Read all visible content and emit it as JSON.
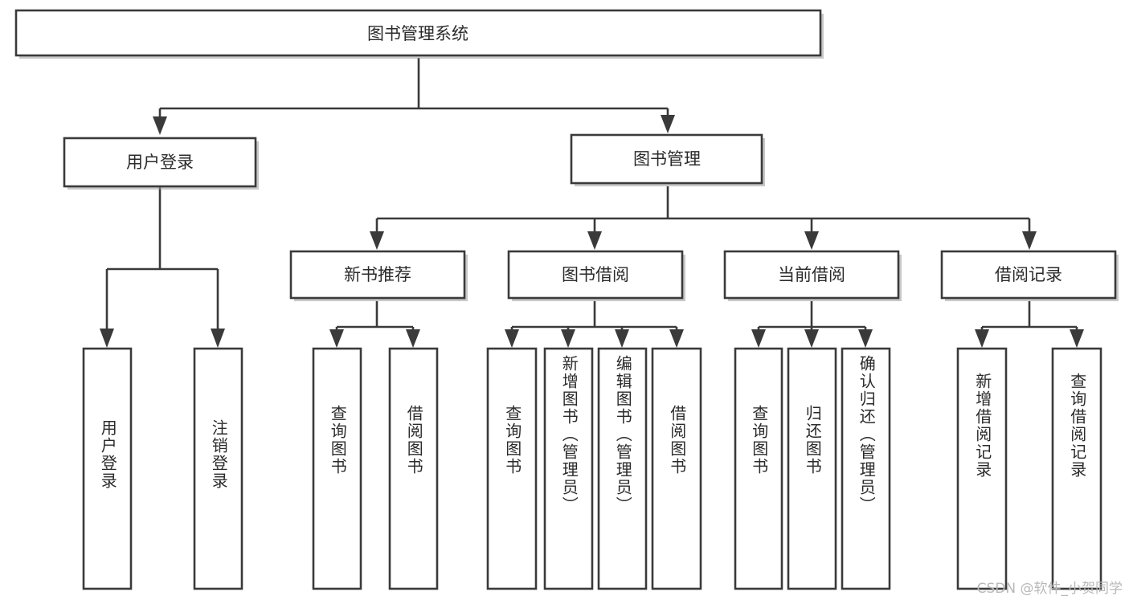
{
  "diagram": {
    "title": "图书管理系统",
    "type": "hierarchy-tree",
    "watermark": "CSDN @软件_小贺同学",
    "colors": {
      "box_stroke": "#3a3a3a",
      "box_fill": "#ffffff",
      "text": "#2b2b2b",
      "background": "#ffffff",
      "watermark": "#b8b8b8"
    },
    "levels": {
      "root": {
        "label": "图书管理系统"
      },
      "level2": [
        {
          "label": "用户登录"
        },
        {
          "label": "图书管理"
        }
      ],
      "level3": [
        {
          "label": "新书推荐"
        },
        {
          "label": "图书借阅"
        },
        {
          "label": "当前借阅"
        },
        {
          "label": "借阅记录"
        }
      ]
    },
    "groups": [
      {
        "parent": "用户登录",
        "leaves": [
          {
            "label": "用户登录"
          },
          {
            "label": "注销登录"
          }
        ]
      },
      {
        "parent": "新书推荐",
        "leaves": [
          {
            "label": "查询图书"
          },
          {
            "label": "借阅图书"
          }
        ]
      },
      {
        "parent": "图书借阅",
        "leaves": [
          {
            "label": "查询图书"
          },
          {
            "label": "新增图书（管理员）"
          },
          {
            "label": "编辑图书（管理员）"
          },
          {
            "label": "借阅图书"
          }
        ]
      },
      {
        "parent": "当前借阅",
        "leaves": [
          {
            "label": "查询图书"
          },
          {
            "label": "归还图书"
          },
          {
            "label": "确认归还（管理员）"
          }
        ]
      },
      {
        "parent": "借阅记录",
        "leaves": [
          {
            "label": "新增借阅记录"
          },
          {
            "label": "查询借阅记录"
          }
        ]
      }
    ]
  }
}
